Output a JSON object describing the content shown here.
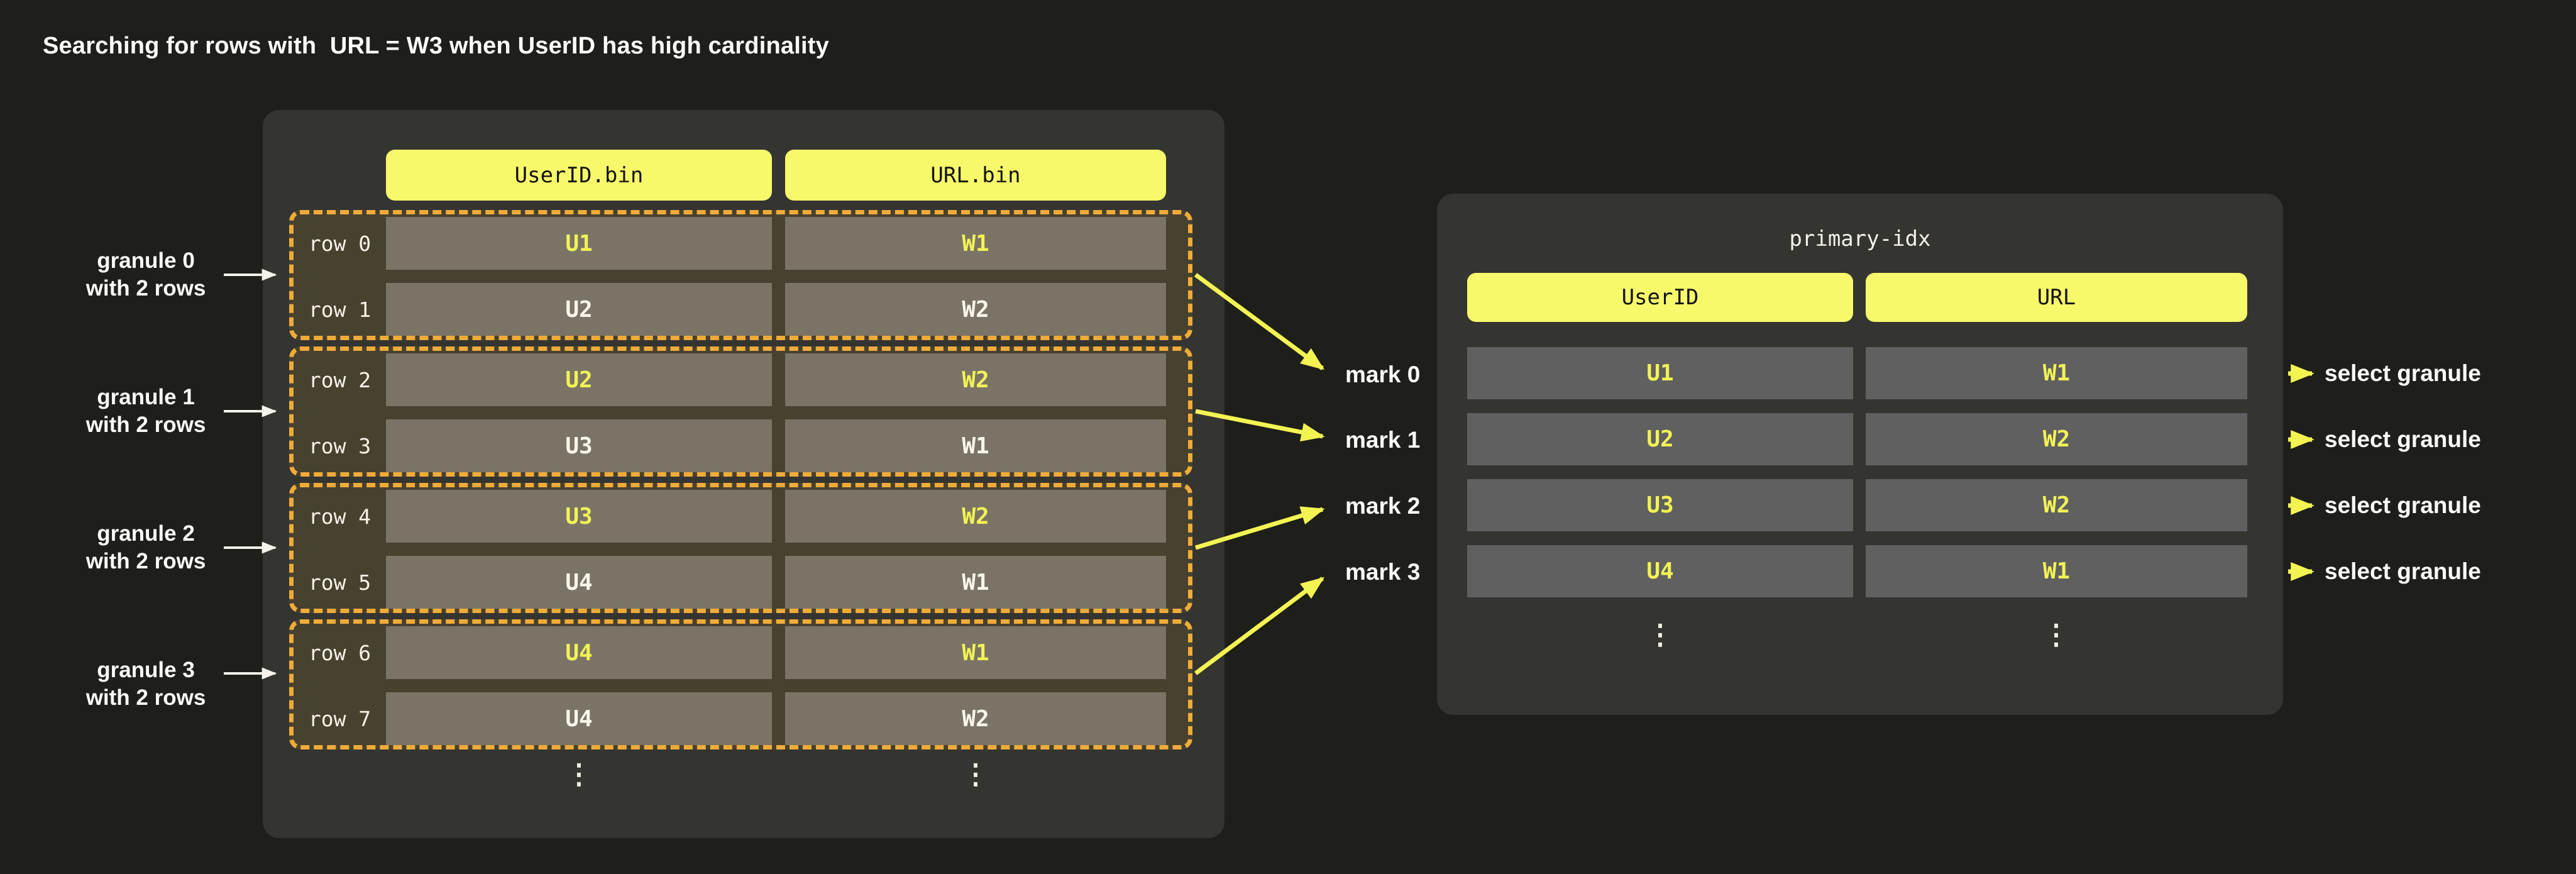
{
  "title": "Searching for rows with  URL = W3 when UserID has high cardinality",
  "colors": {
    "page_background": "#1e1e1b",
    "panel_background": "#343431",
    "header_yellow": "#f7f96a",
    "highlight_yellow_text": "#f2f355",
    "granule_dash_orange": "#f0ab38",
    "granule_fill": "#474130",
    "bin_cell_gray": "#7b7466",
    "index_cell_gray": "#606060",
    "arrow_yellow": "#f3f452",
    "arrow_white": "#f5f3ec"
  },
  "bin_table": {
    "headers": {
      "userid": "UserID.bin",
      "url": "URL.bin"
    },
    "granules": [
      {
        "label_line1": "granule 0",
        "label_line2": "with 2 rows",
        "rows": [
          {
            "label": "row 0",
            "userid": "U1",
            "url": "W1"
          },
          {
            "label": "row 1",
            "userid": "U2",
            "url": "W2"
          }
        ]
      },
      {
        "label_line1": "granule 1",
        "label_line2": "with 2 rows",
        "rows": [
          {
            "label": "row 2",
            "userid": "U2",
            "url": "W2"
          },
          {
            "label": "row 3",
            "userid": "U3",
            "url": "W1"
          }
        ]
      },
      {
        "label_line1": "granule 2",
        "label_line2": "with 2 rows",
        "rows": [
          {
            "label": "row 4",
            "userid": "U3",
            "url": "W2"
          },
          {
            "label": "row 5",
            "userid": "U4",
            "url": "W1"
          }
        ]
      },
      {
        "label_line1": "granule 3",
        "label_line2": "with 2 rows",
        "rows": [
          {
            "label": "row 6",
            "userid": "U4",
            "url": "W1"
          },
          {
            "label": "row 7",
            "userid": "U4",
            "url": "W2"
          }
        ]
      }
    ],
    "ellipsis": "⋮"
  },
  "marks": {
    "items": [
      "mark 0",
      "mark 1",
      "mark 2",
      "mark 3"
    ]
  },
  "primary_index": {
    "title": "primary-idx",
    "headers": {
      "userid": "UserID",
      "url": "URL"
    },
    "rows": [
      {
        "userid": "U1",
        "url": "W1"
      },
      {
        "userid": "U2",
        "url": "W2"
      },
      {
        "userid": "U3",
        "url": "W2"
      },
      {
        "userid": "U4",
        "url": "W1"
      }
    ],
    "ellipsis": "⋮",
    "action_label": "select granule"
  }
}
